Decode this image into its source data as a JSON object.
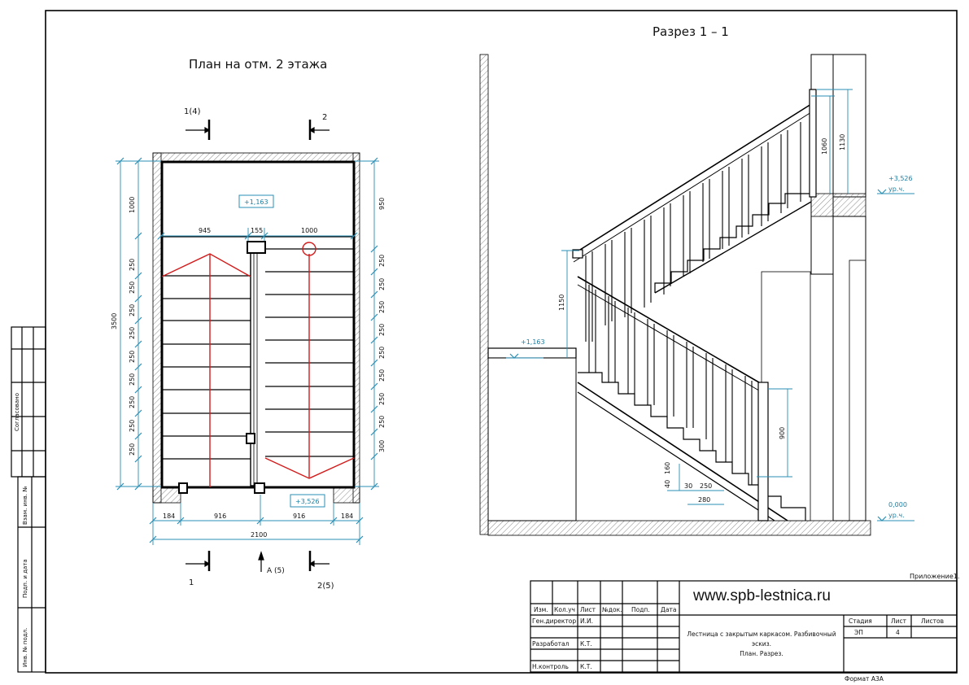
{
  "plan": {
    "title": "План на отм. 2 этажа",
    "level_top": "+1,163",
    "level_bottom": "+3,526",
    "dims_left": [
      "1000",
      "250",
      "250",
      "250",
      "250",
      "250",
      "250",
      "250",
      "250",
      "250"
    ],
    "dims_left_total": "3500",
    "dims_right": [
      "950",
      "250",
      "250",
      "250",
      "250",
      "250",
      "250",
      "250",
      "250",
      "300"
    ],
    "dims_top": [
      "945",
      "155",
      "1000"
    ],
    "dims_bottom": [
      "184",
      "916",
      "916",
      "184"
    ],
    "dims_bottom_total": "2100",
    "section_marks": [
      "1(4)",
      "2",
      "1",
      "2(5)"
    ],
    "arrow_mark": "А (5)"
  },
  "section": {
    "title": "Разрез 1 – 1",
    "level_upper": "+3,526",
    "level_upper_note": "ур.ч.",
    "level_mid": "+1,163",
    "level_zero": "0,000",
    "level_zero_note": "ур.ч.",
    "dims": [
      "1060",
      "1130",
      "1150",
      "900",
      "160",
      "40",
      "30",
      "250",
      "280"
    ]
  },
  "stamp": {
    "appendix": "Приложение1.",
    "url": "www.spb-lestnica.ru",
    "headers": [
      "Изм.",
      "Кол.уч",
      "Лист",
      "№док.",
      "Подп.",
      "Дата"
    ],
    "rows": [
      {
        "role": "Ген.директор",
        "name": "И.И."
      },
      {
        "role": "Разработал",
        "name": "К.Т."
      },
      {
        "role": "Н.контроль",
        "name": "К.Т."
      }
    ],
    "description_lines": [
      "Лестница с закрытым каркасом. Разбивочный",
      "эскиз.",
      "План. Разрез."
    ],
    "stage_label": "Стадия",
    "sheet_label": "Лист",
    "sheets_label": "Листов",
    "stage": "ЭП",
    "sheet": "4",
    "sheets": "",
    "format": "Формат А3А"
  },
  "side_stamp": {
    "agreed": "Согласовано",
    "inv_replace": "Взам. инв. №",
    "sign_date": "Подп. и дата",
    "inv_orig": "Инв. № подл."
  }
}
